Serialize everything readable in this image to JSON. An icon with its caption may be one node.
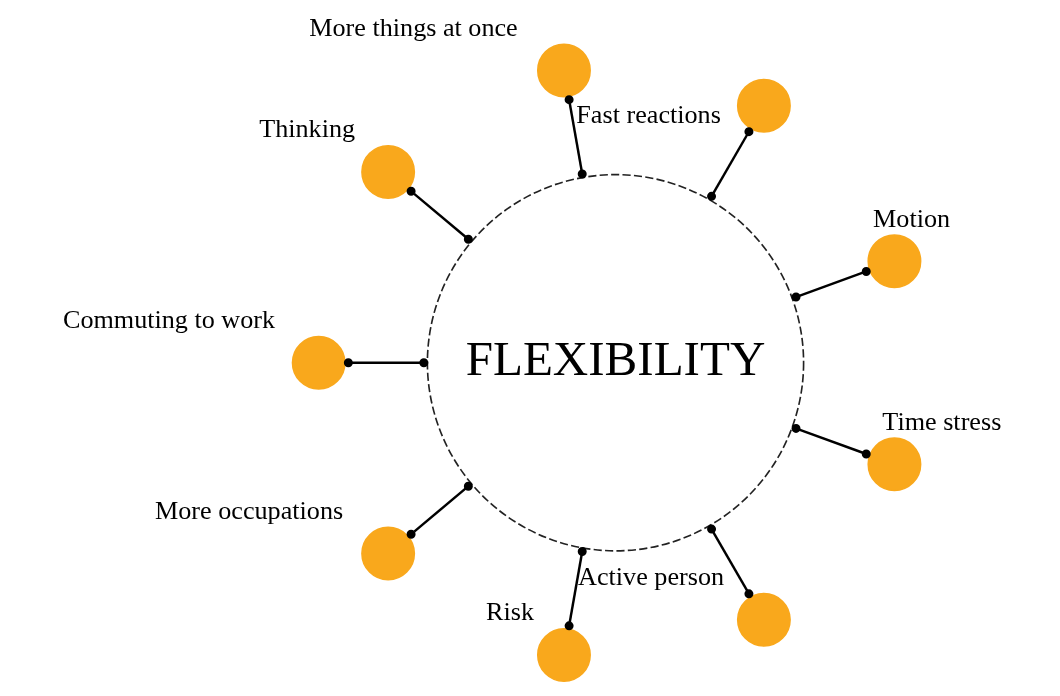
{
  "diagram": {
    "nodes": [
      {
        "text": [
          "FLEXIBILITY"
        ]
      },
      {
        "text": [],
        "shape": "circle",
        "beside": [
          "Motion"
        ]
      },
      {
        "text": [],
        "shape": "circle",
        "beside": [
          "Fast reactions"
        ]
      },
      {
        "text": [],
        "shape": "circle",
        "beside": [
          "More things at once"
        ]
      },
      {
        "text": [],
        "shape": "circle",
        "beside": [
          "Thinking"
        ]
      },
      {
        "text": [],
        "shape": "circle",
        "beside": [
          "Commuting to work"
        ]
      },
      {
        "text": [],
        "shape": "circle",
        "beside": [
          "More occupations"
        ]
      },
      {
        "text": [],
        "shape": "circle",
        "beside": [
          "Risk"
        ]
      },
      {
        "text": [],
        "shape": "circle",
        "beside": [
          "Active person"
        ]
      },
      {
        "text": [],
        "shape": "circle",
        "beside": [
          "Time stress"
        ]
      }
    ],
    "edges": [
      {
        "from": 0,
        "to": 1,
        "arrow": "other"
      },
      {
        "from": 0,
        "to": 2,
        "arrow": "other"
      },
      {
        "from": 0,
        "to": 3,
        "arrow": "other"
      },
      {
        "from": 0,
        "to": 4,
        "arrow": "other"
      },
      {
        "from": 0,
        "to": 5,
        "arrow": "other"
      },
      {
        "from": 0,
        "to": 6,
        "arrow": "other"
      },
      {
        "from": 0,
        "to": 7,
        "arrow": "other"
      },
      {
        "from": 0,
        "to": 8,
        "arrow": "other"
      },
      {
        "from": 0,
        "to": 9,
        "arrow": "other"
      }
    ]
  }
}
